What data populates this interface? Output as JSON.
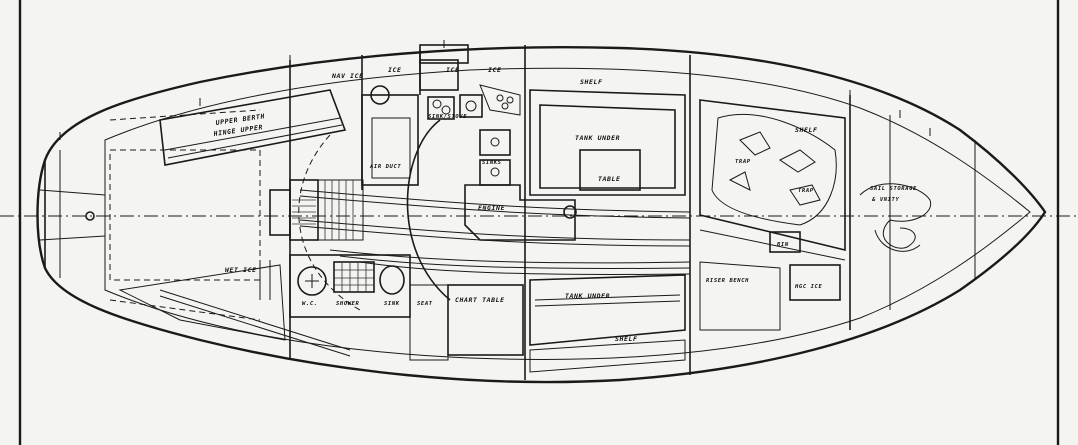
{
  "labels": {
    "upper_berth": "UPPER BERTH",
    "hinge_upper": "HINGE UPPER",
    "nav_ice_top": "NAV ICE",
    "ice_left": "ICE",
    "ice_center": "ICE",
    "ice_right": "ICE",
    "shelf_top": "SHELF",
    "sink_stove": "SINK/STOVE",
    "tank_under_top": "TANK UNDER",
    "sinks": "SINKS",
    "air_duct": "AIR DUCT",
    "table": "TABLE",
    "engine": "ENGINE",
    "shelf_fwd": "SHELF",
    "trap_1": "TRAP",
    "trap_2": "TRAP",
    "sail_storage": "SAIL STORAGE",
    "vanity": "& VNITY",
    "wet_ice": "WET ICE",
    "bin": "BIN",
    "wc": "W.C.",
    "shower": "SHOWER",
    "sink": "SINK",
    "seat": "SEAT",
    "chart_table": "CHART TABLE",
    "tank_under_bottom": "TANK UNDER",
    "riser_bench": "RISER BENCH",
    "hgc_ice": "HGC ICE",
    "shelf_bottom": "SHELF"
  },
  "colors": {
    "paper": "#f4f4f2",
    "ink": "#1a1a1a"
  }
}
